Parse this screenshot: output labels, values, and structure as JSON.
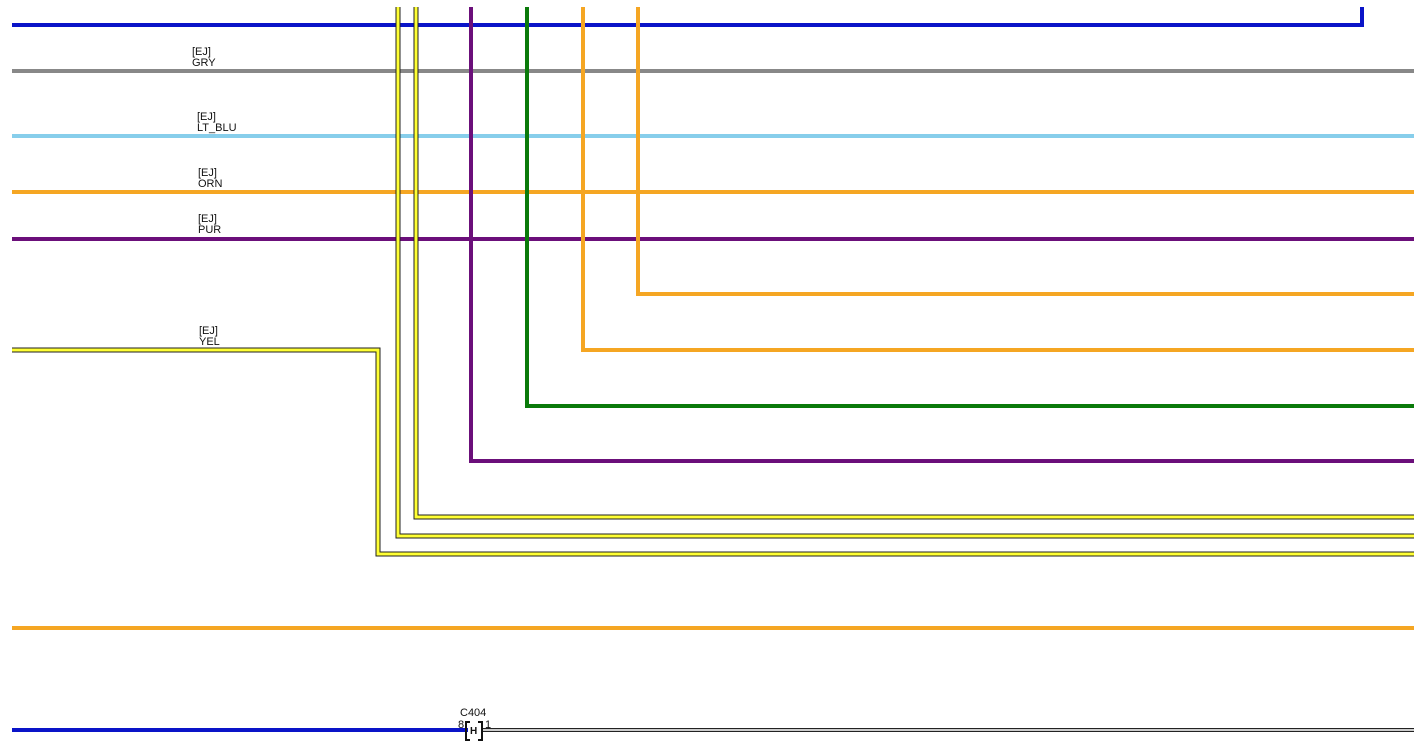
{
  "colors": {
    "blue": "#0a14c8",
    "gray": "#888888",
    "lt_blue": "#87ceeb",
    "orange": "#f5a623",
    "purple": "#6b0f7a",
    "green": "#0a7a0a",
    "yellow": "#ffff33",
    "outline": "#222222"
  },
  "labels": {
    "gry": {
      "line1": "[EJ]",
      "line2": "GRY"
    },
    "lt_blu": {
      "line1": "[EJ]",
      "line2": "LT_BLU"
    },
    "orn": {
      "line1": "[EJ]",
      "line2": "ORN"
    },
    "pur": {
      "line1": "[EJ]",
      "line2": "PUR"
    },
    "yel": {
      "line1": "[EJ]",
      "line2": "YEL"
    }
  },
  "connector": {
    "id": "C404",
    "pin_left": "8",
    "pin_right": "1",
    "symbol": "H"
  }
}
